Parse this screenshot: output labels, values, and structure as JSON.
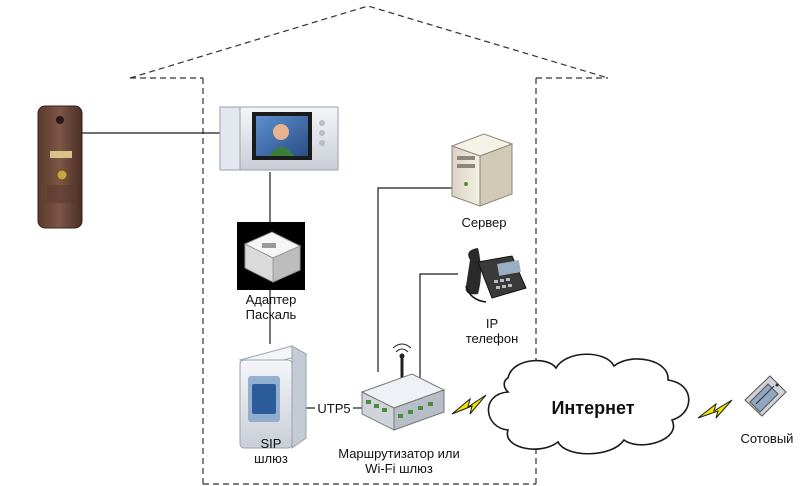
{
  "labels": {
    "adapter_line1": "Адаптер",
    "adapter_line2": "Паскаль",
    "sip_line1": "SIP",
    "sip_line2": "шлюз",
    "utp": "UTP5",
    "router_line1": "Маршрутизатор или",
    "router_line2": "Wi-Fi шлюз",
    "server": "Сервер",
    "ip_line1": "IP",
    "ip_line2": "телефон",
    "internet": "Интернет",
    "mobile": "Сотовый"
  },
  "colors": {
    "line": "#1a1a1a",
    "house_outline": "#333333",
    "lightning": "#f2e600",
    "panel_body": "#6e4a3a",
    "monitor_screen": "#3a6fb0",
    "device_light": "#e9ecf1"
  },
  "icons": [
    "door-panel-icon",
    "video-monitor-icon",
    "adapter-box-icon",
    "sip-gateway-icon",
    "router-icon",
    "server-icon",
    "ip-phone-icon",
    "cloud-icon",
    "lightning-icon",
    "mobile-phone-icon"
  ]
}
